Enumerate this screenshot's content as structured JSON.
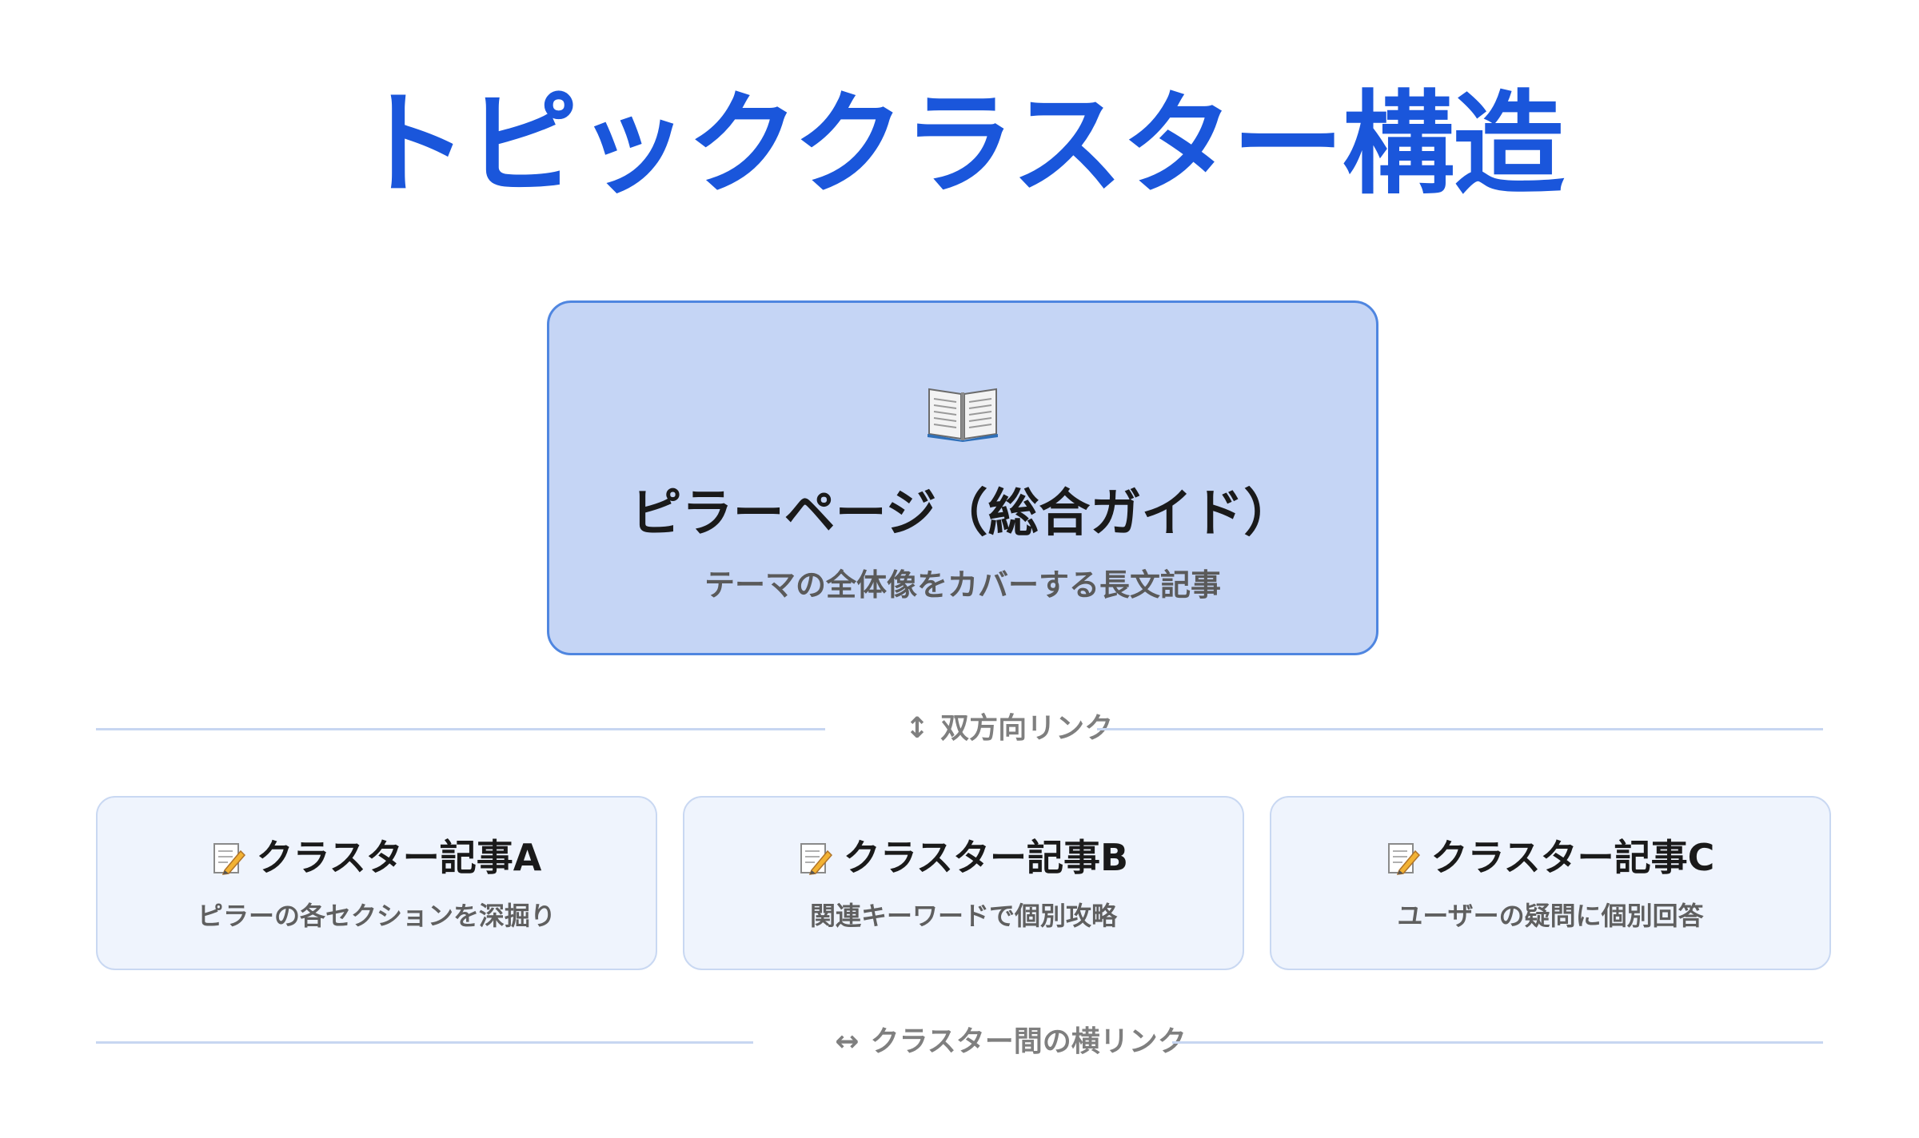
{
  "title": "トピッククラスター構造",
  "pillar": {
    "icon": "open-book-icon",
    "title": "ピラーページ（総合ガイド）",
    "subtitle": "テーマの全体像をカバーする長文記事"
  },
  "links": {
    "vertical": {
      "icon": "up-down-arrow-icon",
      "arrow": "↕",
      "label": "双方向リンク"
    },
    "horizontal": {
      "icon": "left-right-arrow-icon",
      "arrow": "↔",
      "label": "クラスター間の横リンク"
    }
  },
  "clusters": [
    {
      "icon": "memo-icon",
      "title": "クラスター記事A",
      "subtitle": "ピラーの各セクションを深掘り"
    },
    {
      "icon": "memo-icon",
      "title": "クラスター記事B",
      "subtitle": "関連キーワードで個別攻略"
    },
    {
      "icon": "memo-icon",
      "title": "クラスター記事C",
      "subtitle": "ユーザーの疑問に個別回答"
    }
  ],
  "colors": {
    "title": "#1a56db",
    "pillar_bg": "#c5d5f5",
    "pillar_border": "#4f86e0",
    "card_bg": "#eff4fd",
    "card_border": "#c9d8f2",
    "divider": "#c7d6f1",
    "muted_text": "#7f7f7f"
  }
}
